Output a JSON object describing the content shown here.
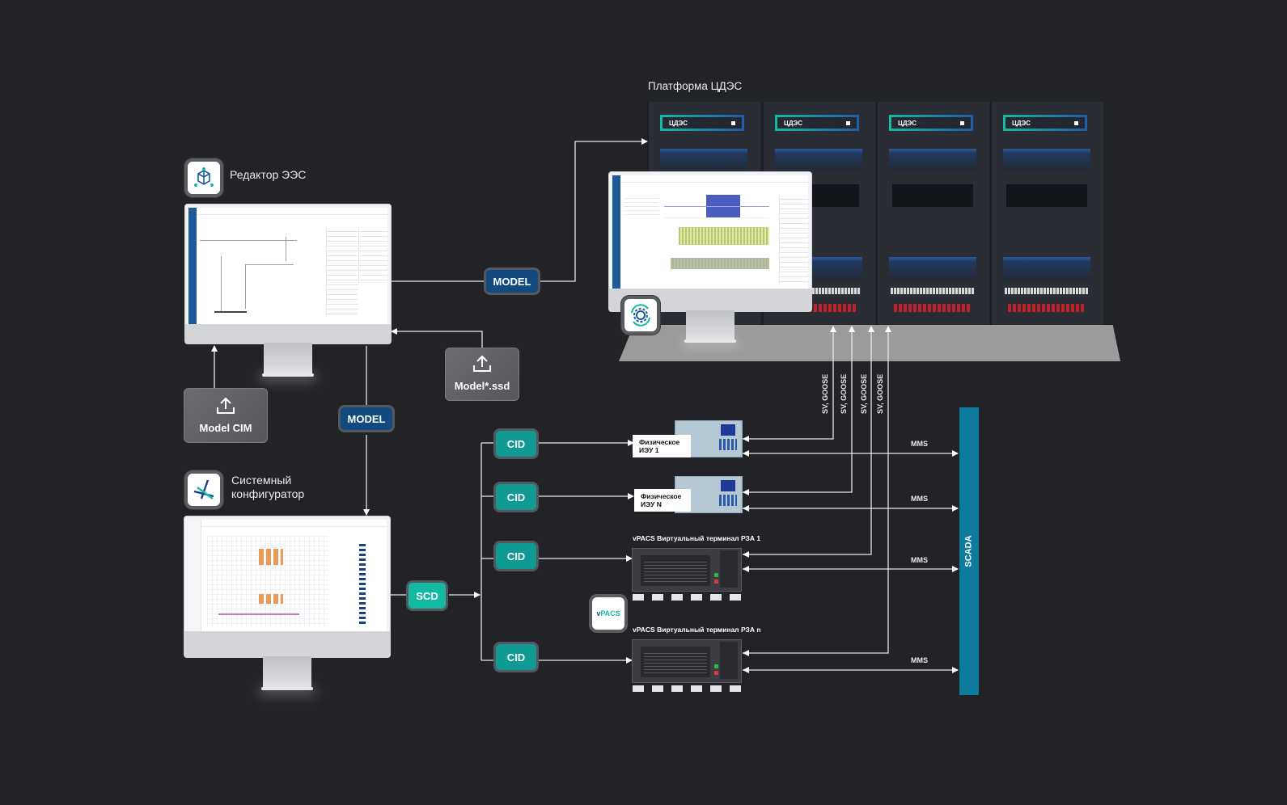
{
  "platform": {
    "title": "Платформа ЦДЭС",
    "rack_logo": "ЦДЭС",
    "rack_count": 4
  },
  "editor": {
    "label": "Редактор ЭЭС",
    "icon": "cube-network-icon"
  },
  "configurator": {
    "label_line1": "Системный",
    "label_line2": "конфигуратор",
    "icon": "triangle-logo-icon"
  },
  "uploads": {
    "model_cim": {
      "label": "Model CIM",
      "icon": "upload-icon"
    },
    "model_ssd": {
      "label": "Model*.ssd",
      "icon": "upload-icon"
    }
  },
  "pills": {
    "model_top": "MODEL",
    "model_mid": "MODEL",
    "scd": "SCD",
    "cid": [
      "CID",
      "CID",
      "CID",
      "CID"
    ]
  },
  "devices": {
    "physical_1": {
      "line1": "Физическое",
      "line2": "ИЭУ 1"
    },
    "physical_n": {
      "line1": "Физическое",
      "line2": "ИЭУ N"
    },
    "virtual_1": "vPACS Виртуальный терминал РЗА 1",
    "virtual_n": "vPACS Виртуальный терминал РЗА n"
  },
  "vpacs_badge": {
    "prefix": "v",
    "text": "PACS"
  },
  "links": {
    "sv_goose": [
      "SV, GOOSE",
      "SV, GOOSE",
      "SV, GOOSE",
      "SV, GOOSE"
    ],
    "mms": [
      "MMS",
      "MMS",
      "MMS",
      "MMS"
    ]
  },
  "scada": {
    "label": "SCADA"
  },
  "colors": {
    "background": "#222327",
    "model_pill": "#124a80",
    "cid_pill": "#0f9a93",
    "scd_pill": "#13b9a0",
    "scada_bar": "#0f7b9c",
    "sidebar_blue": "#1c5a9a"
  }
}
